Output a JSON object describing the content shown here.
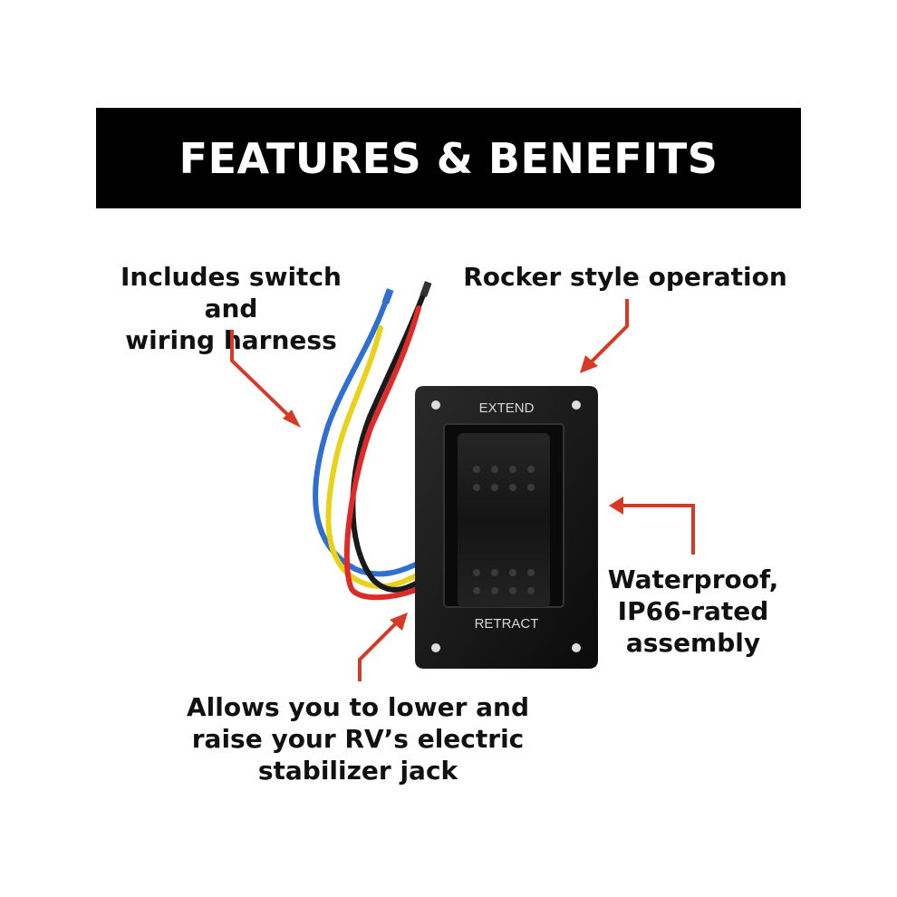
{
  "banner": {
    "title": "FEATURES & BENEFITS"
  },
  "callouts": {
    "harness": {
      "line1": "Includes switch and",
      "line2": "wiring harness"
    },
    "rocker": {
      "line1": "Rocker style operation"
    },
    "waterproof": {
      "line1": "Waterproof,",
      "line2": "IP66-rated",
      "line3": "assembly"
    },
    "allows": {
      "line1": "Allows you to lower and",
      "line2": "raise your RV’s electric",
      "line3": "stabilizer jack"
    }
  },
  "switch": {
    "top_label": "EXTEND",
    "bottom_label": "RETRACT"
  },
  "colors": {
    "banner": "#000000",
    "banner_text": "#ffffff",
    "arrow": "#d63a26",
    "wire_blue": "#2f6fd0",
    "wire_yellow": "#e9d21a",
    "wire_black": "#1a1a1a",
    "wire_red": "#e02a2a"
  }
}
